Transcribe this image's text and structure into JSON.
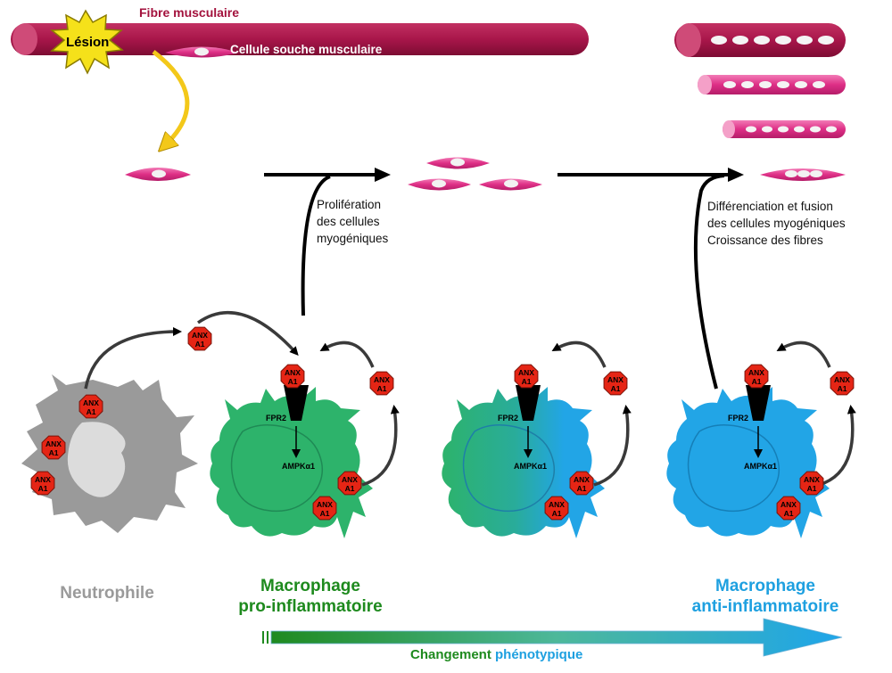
{
  "labels": {
    "fibre": "Fibre musculaire",
    "lesion": "Lésion",
    "cellule_souche": "Cellule souche musculaire",
    "proliferation": [
      "Prolifération",
      "des cellules",
      "myogéniques"
    ],
    "differenciation": [
      "Différenciation et fusion",
      "des cellules myogéniques",
      "Croissance des fibres"
    ],
    "neutrophile": "Neutrophile",
    "macro_pro": [
      "Macrophage",
      "pro-inflammatoire"
    ],
    "macro_anti": [
      "Macrophage",
      "anti-inflammatoire"
    ],
    "changement_a": "Changement",
    "changement_b": "phénotypique"
  },
  "anx": [
    "ANX",
    "A1"
  ],
  "fpr2": "FPR2",
  "ampk": "AMPKα1",
  "colors": {
    "fibre": "#a8164a",
    "pink": "#e23c8c",
    "green": "#2db36b",
    "blue": "#22a5e6",
    "grey": "#9a9a9a",
    "red_octagon": "#e52515",
    "title_red": "#a3123d",
    "green_text": "#1e8a1e",
    "blue_text": "#1ea0e0",
    "grey_text": "#9a9a9a"
  }
}
